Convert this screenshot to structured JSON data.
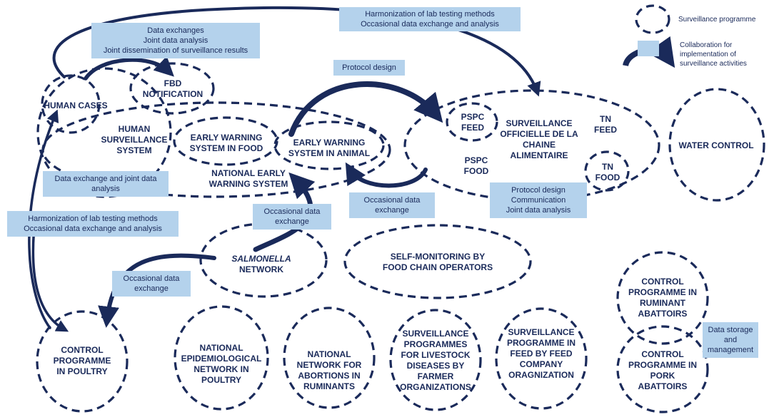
{
  "legend": {
    "programme": "Surveillance programme",
    "collaboration": "Collaboration for implementation of surveillance activities"
  },
  "nodes": {
    "human_cases": "HUMAN CASES",
    "fbd_notification": "FBD NOTIFICATION",
    "human_surveillance": "HUMAN SURVEILLANCE SYSTEM",
    "ew_food": "EARLY WARNING SYSTEM IN FOOD",
    "ew_animal": "EARLY WARNING SYSTEM IN ANIMAL",
    "national_ew": "NATIONAL EARLY WARNING SYSTEM",
    "pspc_feed": "PSPC FEED",
    "socha": "SURVEILLANCE OFFICIELLE DE LA CHAINE ALIMENTAIRE",
    "tn_feed": "TN FEED",
    "pspc_food": "PSPC FOOD",
    "tn_food": "TN FOOD",
    "water_control": "WATER CONTROL",
    "salmonella": "SALMONELLA",
    "salmonella_network": "NETWORK",
    "self_monitoring": "SELF-MONITORING BY FOOD CHAIN OPERATORS",
    "control_poultry": "CONTROL PROGRAMME IN POULTRY",
    "epi_poultry": "NATIONAL EPIDEMIOLOGICAL NETWORK IN POULTRY",
    "abortions": "NATIONAL NETWORK FOR ABORTIONS IN RUMINANTS",
    "livestock": "SURVEILLANCE PROGRAMMES FOR LIVESTOCK DISEASES BY FARMER ORGANIZATIONS",
    "feed_company": "SURVEILLANCE PROGRAMME IN FEED BY FEED COMPANY ORAGNIZATION",
    "ruminant_abattoirs": "CONTROL PROGRAMME IN RUMINANT ABATTOIRS",
    "pork_abattoirs": "CONTROL PROGRAMME IN PORK ABATTOIRS"
  },
  "boxes": {
    "harmonization_top_1": "Harmonization of lab testing methods",
    "harmonization_top_2": "Occasional data exchange and analysis",
    "data_exchanges_1": "Data exchanges",
    "data_exchanges_2": "Joint data analysis",
    "data_exchanges_3": "Joint dissemination of surveillance results",
    "protocol_design": "Protocol design",
    "data_exchange_joint_1": "Data exchange and joint data",
    "data_exchange_joint_2": "analysis",
    "harmonization_left_1": "Harmonization of lab testing methods",
    "harmonization_left_2": "Occasional data exchange and analysis",
    "occasional_mid_1": "Occasional data",
    "occasional_mid_2": "exchange",
    "occasional_right_1": "Occasional data",
    "occasional_right_2": "exchange",
    "protocol_comm_1": "Protocol design",
    "protocol_comm_2": "Communication",
    "protocol_comm_3": "Joint data analysis",
    "occasional_left_1": "Occasional data",
    "occasional_left_2": "exchange",
    "data_storage_1": "Data storage",
    "data_storage_2": "and",
    "data_storage_3": "management"
  },
  "colors": {
    "navy": "#1a2a5a",
    "box_blue": "#b4d2ec"
  }
}
